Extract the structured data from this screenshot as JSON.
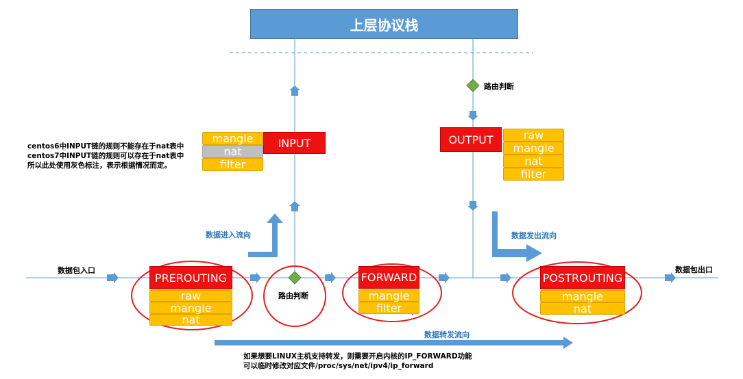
{
  "title": "上层协议栈",
  "chains": {
    "prerouting": "PREROUTING",
    "input": "INPUT",
    "forward": "FORWARD",
    "output": "OUTPUT",
    "postrouting": "POSTROUTING"
  },
  "tables": {
    "prerouting": [
      "raw",
      "mangle",
      "nat"
    ],
    "input": [
      "mangle",
      "nat",
      "filter"
    ],
    "forward": [
      "mangle",
      "filter"
    ],
    "output": [
      "raw",
      "mangle",
      "nat",
      "filter"
    ],
    "postrouting": [
      "mangle",
      "nat"
    ]
  },
  "labels": {
    "packet_in": "数据包入口",
    "packet_out": "数据包出口",
    "routing_decision_lower": "路由判断",
    "routing_decision_upper": "路由判断",
    "data_in_flow": "数据进入流向",
    "data_out_flow": "数据发出流向",
    "data_forward_flow": "数据转发流向"
  },
  "notes": {
    "input_note": [
      "centos6中INPUT链的规则不能存在于nat表中",
      "centos7中INPUT链的规则可以存在于nat表中",
      "所以此处使用灰色标注，表示根据情况而定。"
    ],
    "forward_note": [
      "如果想要LINUX主机支持转发，则需要开启内核的IP_FORWARD功能",
      "可以临时修改对应文件/proc/sys/net/ipv4/ip_forward"
    ]
  },
  "colors": {
    "chain": "#ee1111",
    "table": "#ffc000",
    "table_disabled": "#bfbfbf",
    "flow": "#5b9bd5",
    "decision": "#70ad47",
    "circle": "#e02020"
  }
}
